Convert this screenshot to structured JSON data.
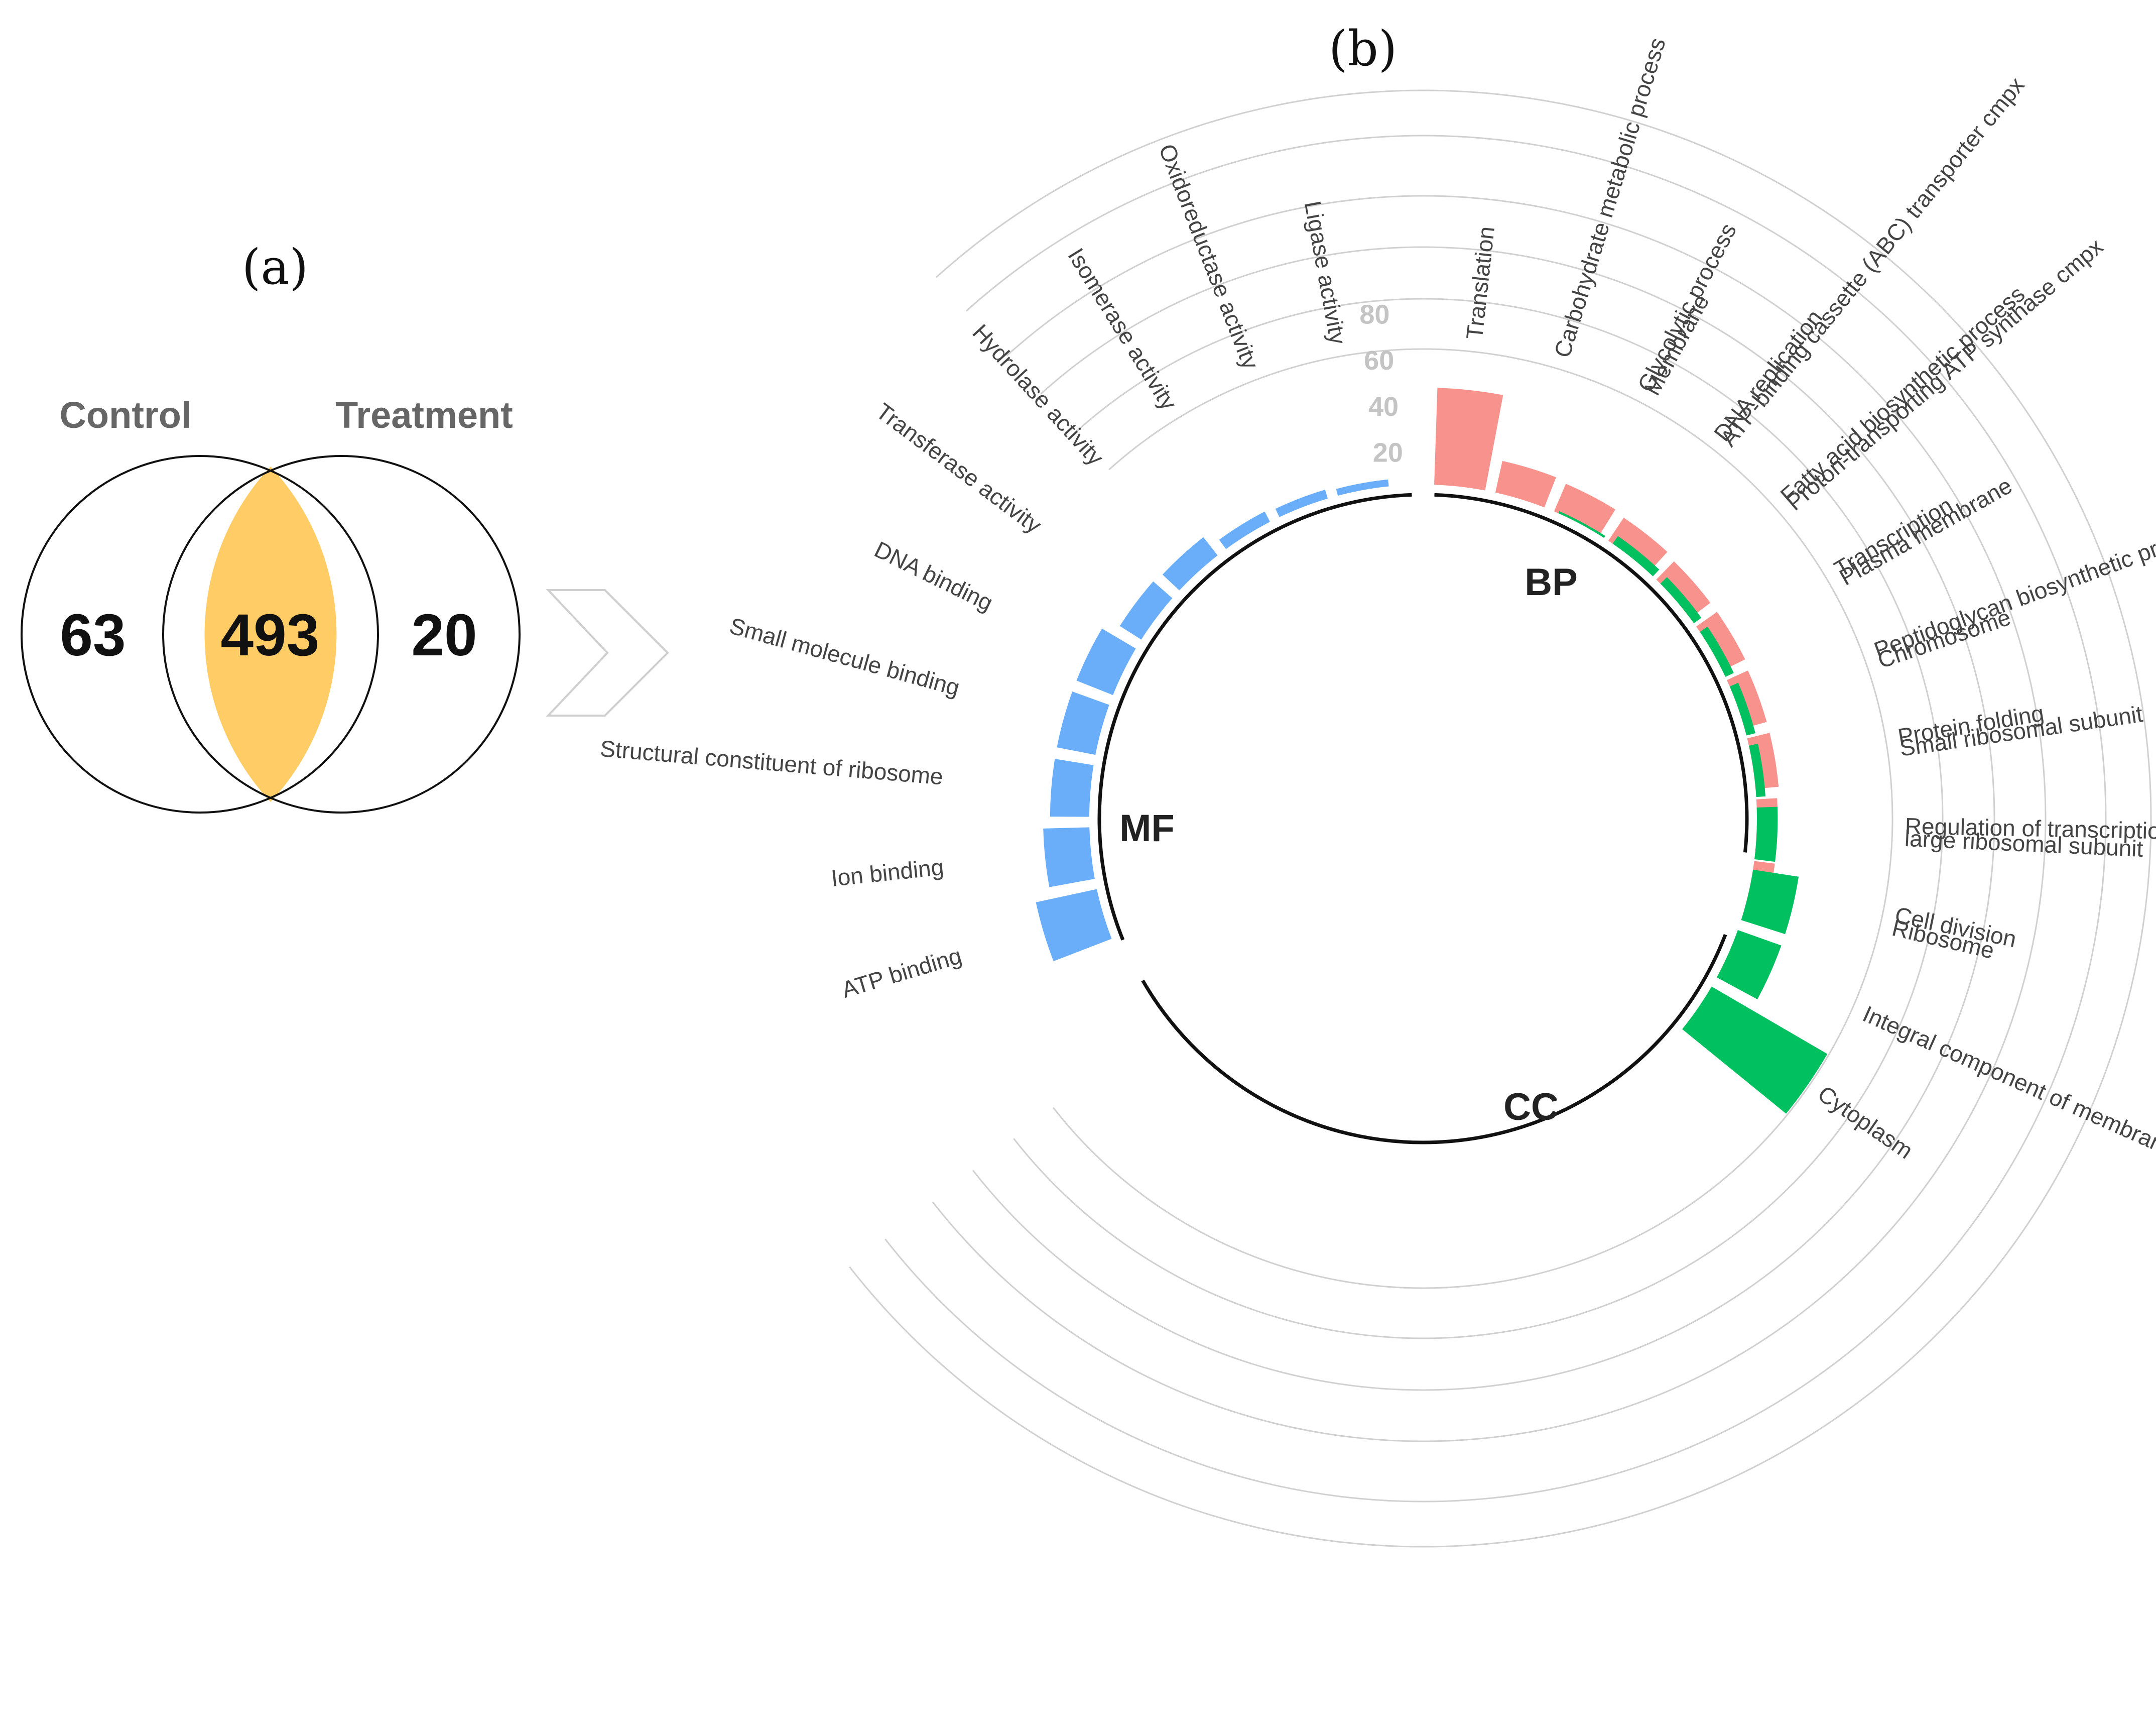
{
  "panel_labels": {
    "a": "(a)",
    "b": "(b)"
  },
  "venn": {
    "left_label": "Control",
    "right_label": "Treatment",
    "left_only": "63",
    "shared": "493",
    "right_only": "20",
    "shared_color": "#ffcc66"
  },
  "chart_data": {
    "type": "radial-bar",
    "title": "",
    "radial_ticks": [
      "20",
      "40",
      "60",
      "80"
    ],
    "rlim": [
      0,
      80
    ],
    "groups": [
      {
        "name": "BP",
        "color": "#f8928c",
        "categories": [
          "Translation",
          "Carbohydrate metabolic process",
          "Glycolytic process",
          "DNA replication",
          "Fatty acid biosynthetic process",
          "Transcription",
          "Peptidoglycan biosynthetic process",
          "Protein folding",
          "Regulation of transcription",
          "Cell division"
        ],
        "values": [
          42,
          14,
          13,
          12,
          11,
          11,
          10,
          10,
          9,
          9
        ]
      },
      {
        "name": "CC",
        "color": "#00c060",
        "categories": [
          "Cytoplasm",
          "Integral component of membrane",
          "Ribosome",
          "large ribosomal subunit",
          "Small ribosomal subunit",
          "Chromosome",
          "Plasma membrane",
          "Proton-transporting ATP synthase cmpx",
          "ATP-binding cassette (ABC) transporter cmpx",
          "Membrane"
        ],
        "values": [
          58,
          20,
          20,
          9,
          4,
          4,
          4,
          4,
          4,
          1
        ]
      },
      {
        "name": "MF",
        "color": "#6aaefa",
        "categories": [
          "ATP binding",
          "Ion binding",
          "Structural constituent of ribosome",
          "Small molecule binding",
          "DNA binding",
          "Transferase activity",
          "Hydrolase activity",
          "Isomerase activity",
          "Oxidoreductase activity",
          "Ligase activity"
        ],
        "values": [
          27,
          20,
          17,
          17,
          17,
          11,
          10,
          5,
          4,
          3
        ]
      }
    ]
  }
}
